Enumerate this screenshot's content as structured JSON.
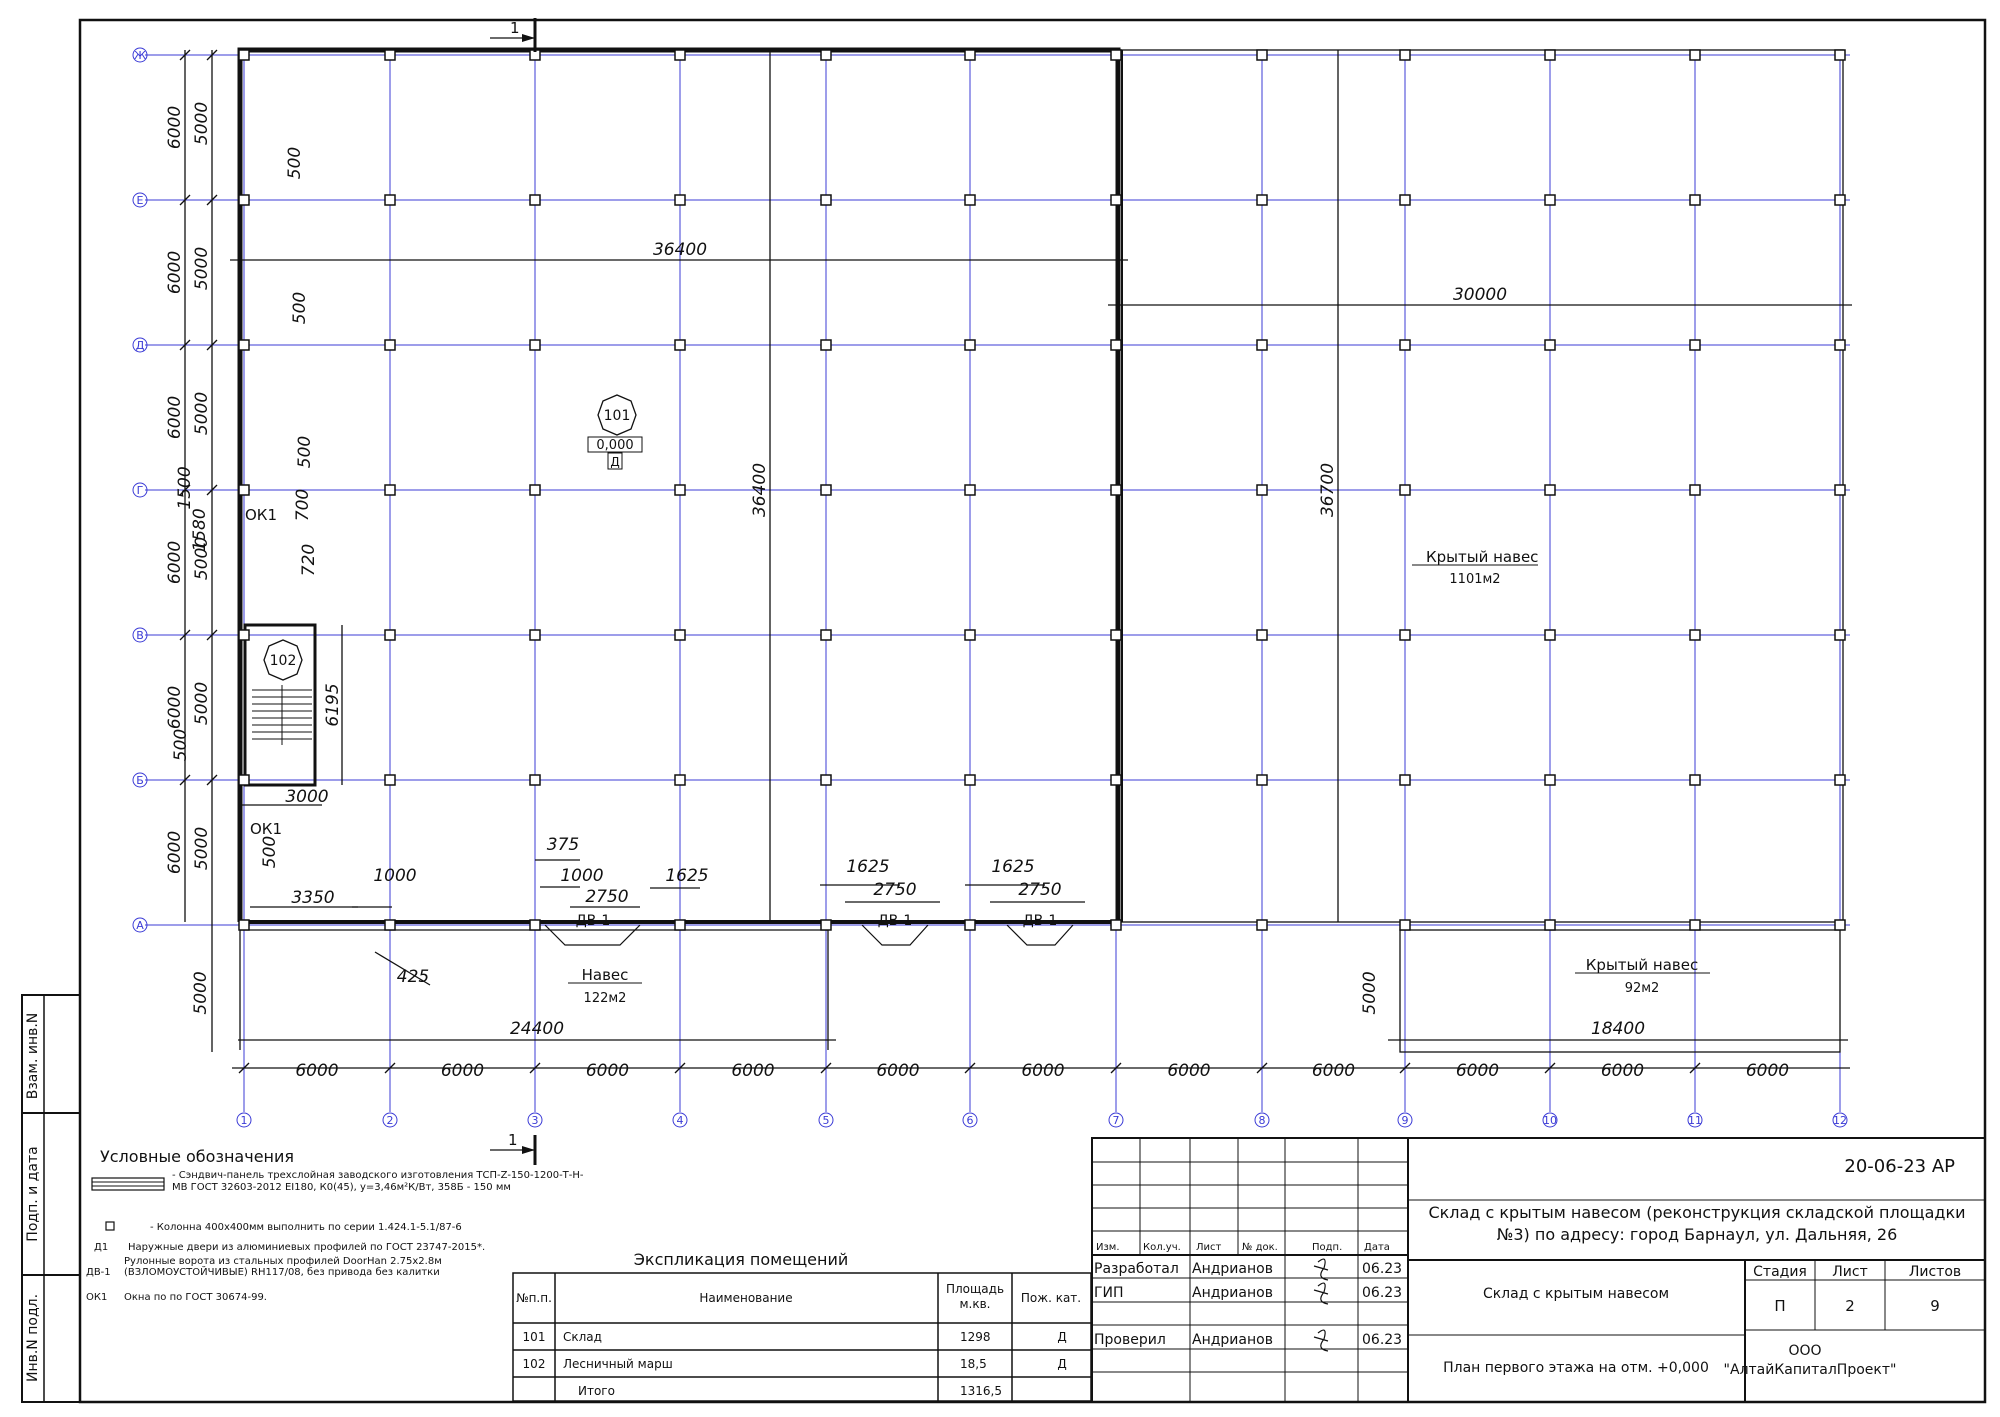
{
  "drawing": {
    "section_marker": "1",
    "room_101": {
      "number": "101",
      "level": "0,000",
      "category": "Д"
    },
    "room_102": {
      "number": "102"
    },
    "covered_canopy_main": {
      "label": "Крытый навес",
      "area": "1101м2"
    },
    "covered_canopy_small": {
      "label": "Крытый навес",
      "area": "92м2"
    },
    "canopy": {
      "label": "Навес",
      "area": "122м2"
    },
    "window_label": "ОК1",
    "window_label_2": "ОК1",
    "gate_label": "ДВ-1",
    "dims": {
      "d36400_h": "36400",
      "d30000": "30000",
      "d36400_v": "36400",
      "d36700": "36700",
      "d24400": "24400",
      "d18400": "18400",
      "d3000": "3000",
      "d6195": "6195",
      "d3350": "3350",
      "d1000": "1000",
      "d1000_b": "1000",
      "d425": "425",
      "d375": "375",
      "d2750": "2750",
      "d1625": "1625",
      "d500": "500",
      "d700": "700",
      "d720": "720",
      "d1580": "1580",
      "d1500": "1500",
      "d6000": "6000",
      "d5000": "5000"
    },
    "axes_h": [
      "Ж",
      "Е",
      "Д",
      "Г",
      "В",
      "Б",
      "А"
    ],
    "axes_v": [
      "1",
      "2",
      "3",
      "4",
      "5",
      "6",
      "7",
      "8",
      "9",
      "10",
      "11",
      "12"
    ],
    "spans_bottom": [
      "6000",
      "6000",
      "6000",
      "6000",
      "6000",
      "6000",
      "6000",
      "6000",
      "6000",
      "6000",
      "6000"
    ]
  },
  "legend": {
    "title": "Условные обозначения",
    "sandwich": "- Сэндвич-панель трехслойная заводского изготовления ТСП-Z-150-1200-Т-Н-МВ ГОСТ 32603-2012 EI180, К0(45), y=3,46м²К/Вт, 358Б - 150 мм",
    "column": "- Колонна 400х400мм выполнить по серии 1.424.1-5.1/87-6",
    "d1": {
      "code": "Д1",
      "text": "Наружные двери из алюминиевых профилей по ГОСТ 23747-2015*."
    },
    "dv1": {
      "code": "ДВ-1",
      "text": "Рулонные ворота из стальных профилей DoorHan 2.75х2.8м (ВЗЛОМОУСТОЙЧИВЫЕ) RH117/08, без привода без калитки"
    },
    "ok1": {
      "code": "ОК1",
      "text": "Окна по по ГОСТ 30674-99."
    }
  },
  "explication": {
    "title": "Экспликация помещений",
    "headers": [
      "№п.п.",
      "Наименование",
      "Площадь м.кв.",
      "Пож. кат."
    ],
    "rows": [
      {
        "n": "101",
        "name": "Склад",
        "area": "1298",
        "cat": "Д"
      },
      {
        "n": "102",
        "name": "Лесничный марш",
        "area": "18,5",
        "cat": "Д"
      }
    ],
    "total": {
      "name": "Итого",
      "area": "1316,5"
    }
  },
  "side_stamp": [
    "Взам. инв.N",
    "Подп. и дата",
    "Инв.N подл."
  ],
  "title_block": {
    "code": "20-06-23 АР",
    "project": "Склад с крытым навесом (реконструкция складской площадки №3) по адресу: город Барнаул, ул. Дальняя, 26",
    "headers": [
      "Изм.",
      "Кол.уч.",
      "Лист",
      "№ док.",
      "Подп.",
      "Дата"
    ],
    "signers": [
      {
        "role": "Разработал",
        "name": "Андрианов",
        "date": "06.23"
      },
      {
        "role": "ГИП",
        "name": "Андрианов",
        "date": "06.23"
      },
      {
        "role": "Проверил",
        "name": "Андрианов",
        "date": "06.23"
      }
    ],
    "building": "Склад с крытым навесом",
    "sheet_title": "План первого этажа на отм. +0,000",
    "stage_header": "Стадия",
    "sheet_header": "Лист",
    "sheets_header": "Листов",
    "stage": "П",
    "sheet": "2",
    "sheets": "9",
    "company_line1": "ООО",
    "company_line2": "\"АлтайКапиталПроект\""
  }
}
